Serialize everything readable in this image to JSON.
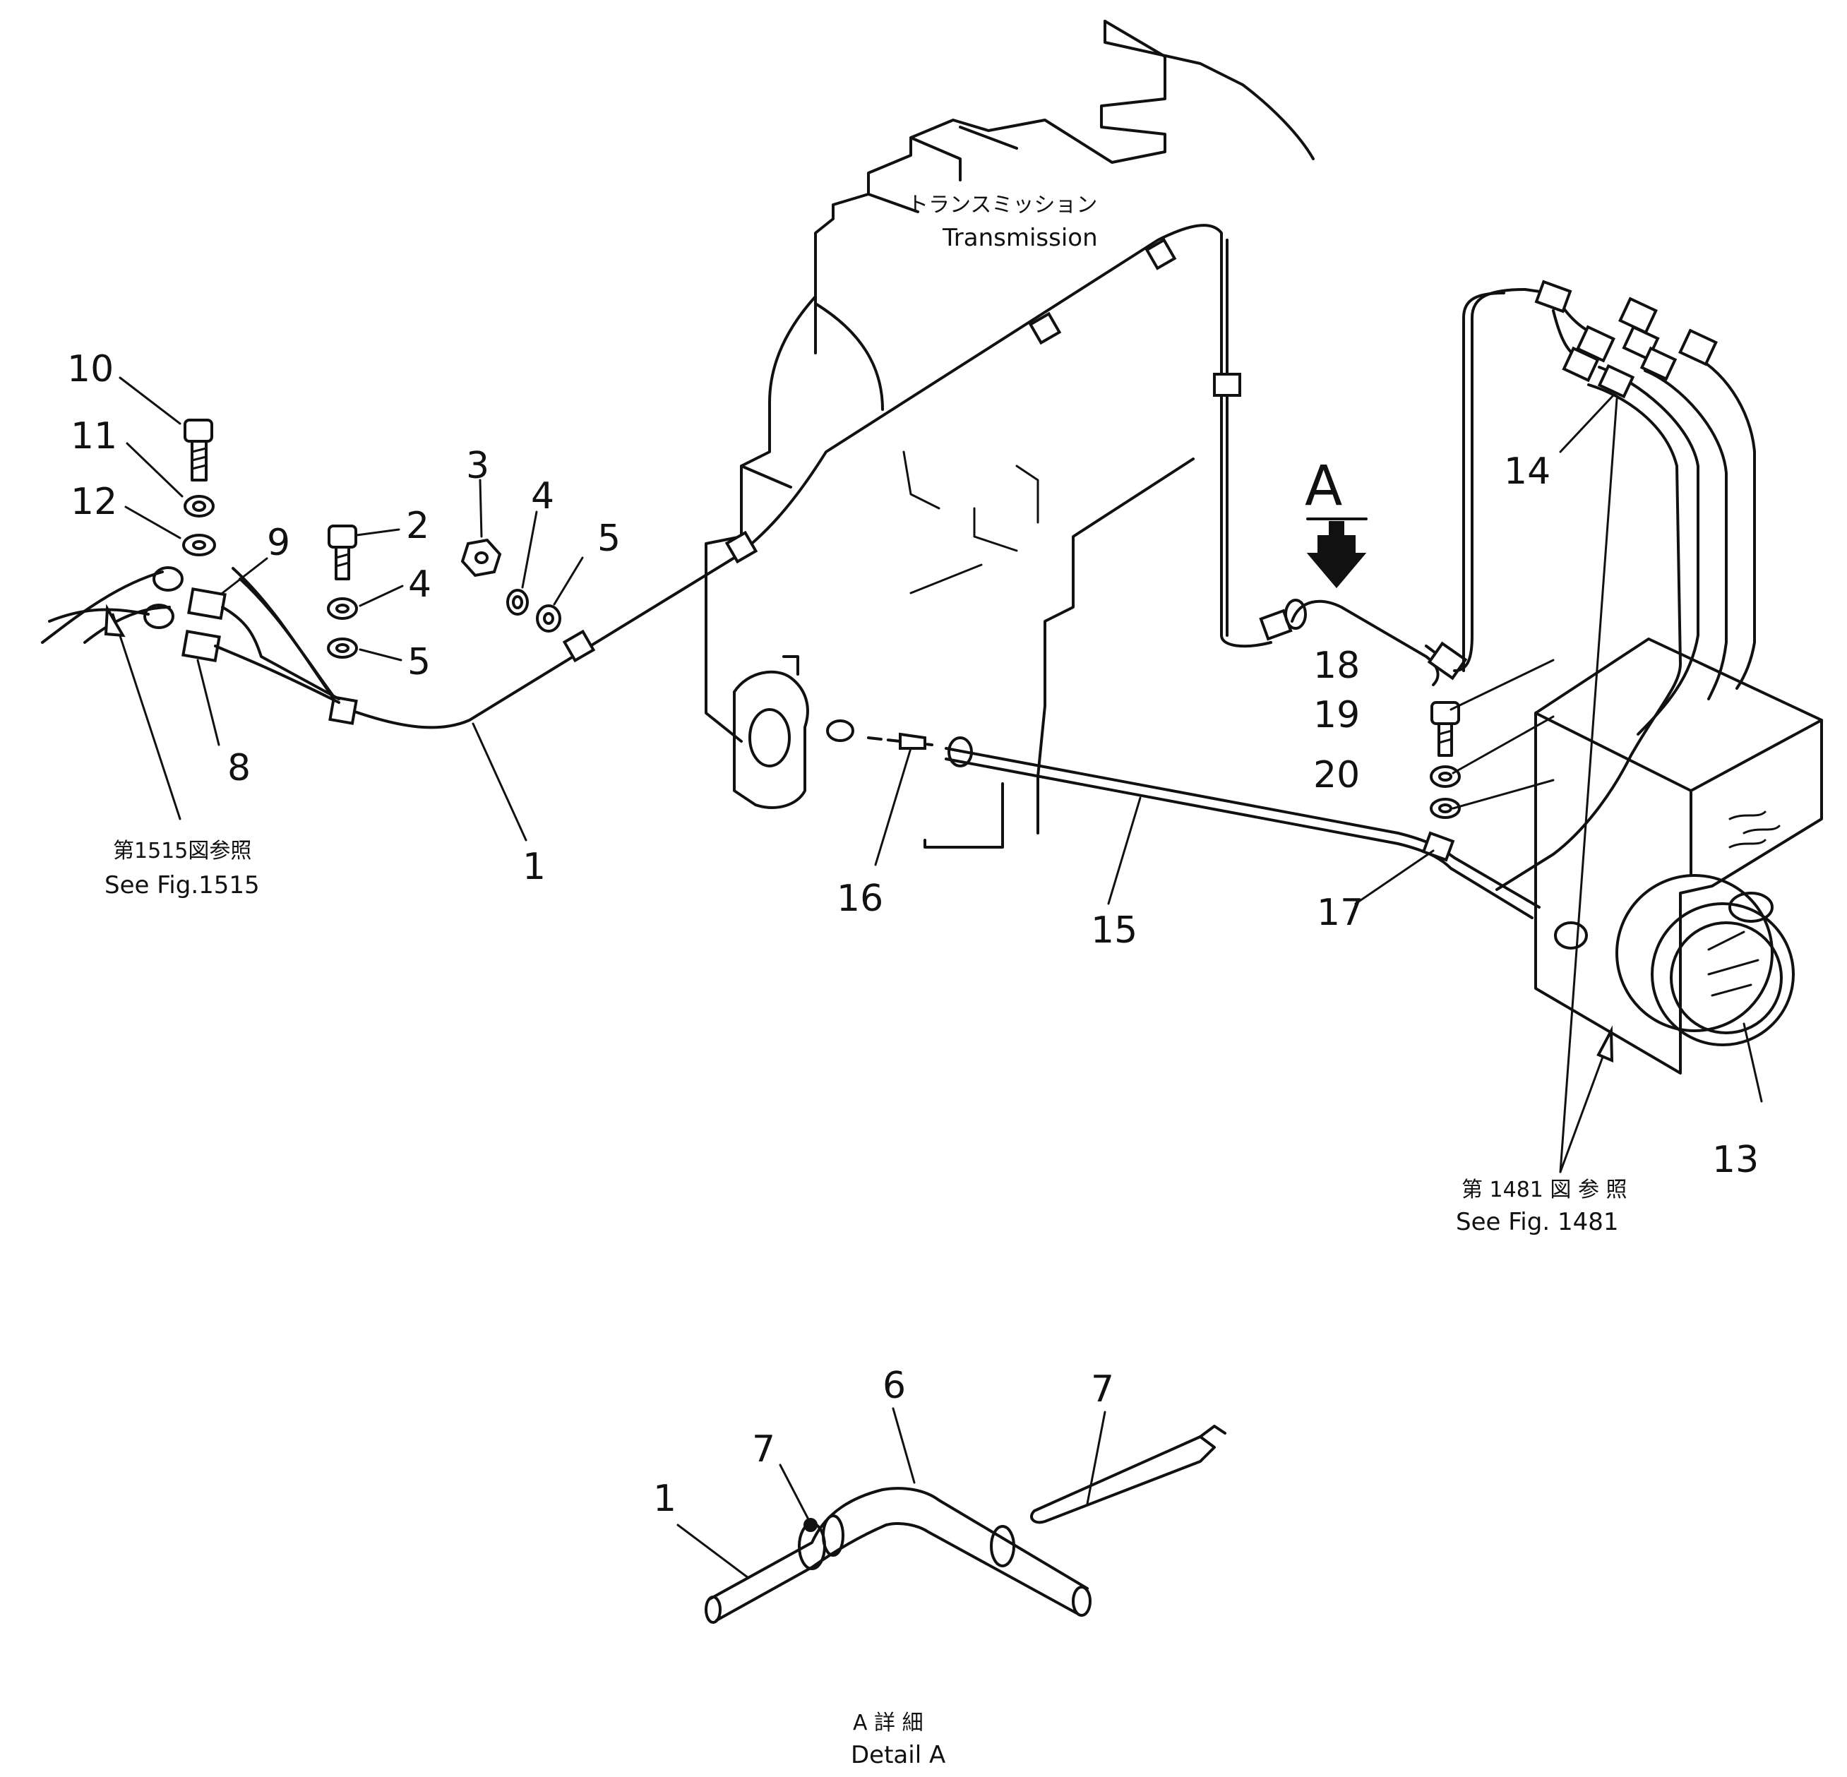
{
  "parts": {
    "p1": "1",
    "p1b": "1",
    "p2": "2",
    "p3": "3",
    "p4a": "4",
    "p4b": "4",
    "p5a": "5",
    "p5b": "5",
    "p6": "6",
    "p7a": "7",
    "p7b": "7",
    "p8": "8",
    "p9": "9",
    "p10": "10",
    "p11": "11",
    "p12": "12",
    "p13": "13",
    "p14": "14",
    "p15": "15",
    "p16": "16",
    "p17": "17",
    "p18": "18",
    "p19": "19",
    "p20": "20"
  },
  "labels": {
    "transmission_jp": "トランスミッション",
    "transmission_en": "Transmission",
    "see1515_jp": "第1515図参照",
    "see1515_en": "See Fig.1515",
    "see1481_jp": "第 1481 図 参 照",
    "see1481_en": "See Fig. 1481",
    "detail_marker": "A",
    "detail_jp": "A 詳 細",
    "detail_en": "Detail A"
  }
}
